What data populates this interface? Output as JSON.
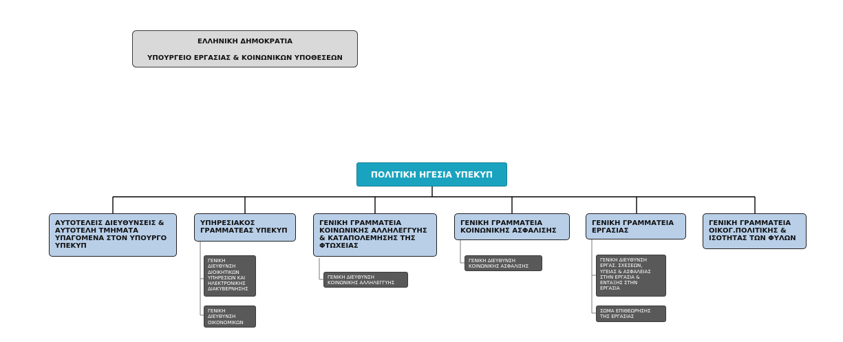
{
  "header": {
    "line1": "ΕΛΛΗΝΙΚΗ ΔΗΜΟΚΡΑΤΙΑ",
    "line2": "ΥΠΟΥΡΓΕΙΟ ΕΡΓΑΣΙΑΣ & ΚΟΙΝΩΝΙΚΩΝ ΥΠΟΘΕΣΕΩΝ"
  },
  "leadership": {
    "label": "ΠΟΛΙΤΙΚΗ ΗΓΕΣΙΑ ΥΠΕΚΥΠ"
  },
  "units": [
    {
      "label": "ΑΥΤΟΤΕΛΕΙΣ ΔΙΕΥΘΥΝΣΕΙΣ & ΑΥΤΟΤΕΛΗ ΤΜΗΜΑΤΑ ΥΠΑΓΟΜΕΝΑ ΣΤΟΝ ΥΠΟΥΡΓΟ ΥΠΕΚΥΠ",
      "children": []
    },
    {
      "label": "ΥΠΗΡΕΣΙΑΚΟΣ ΓΡΑΜΜΑΤΕΑΣ ΥΠΕΚΥΠ",
      "children": [
        {
          "label": "ΓΕΝΙΚΗ\nΔΙΕΥΘΥΝΣΗ\nΔΙΟΙΚΗΤΙΚΩΝ\nΥΠΗΡΕΣΙΩΝ ΚΑΙ\nΗΛΕΚΤΡΟΝΙΚΗΣ\nΔΙΑΚΥΒΕΡΝΗΣΗΣ"
        },
        {
          "label": "ΓΕΝΙΚΗ\nΔΙΕΥΘΥΝΣΗ\nΟΙΚΟΝΟΜΙΚΩΝ"
        }
      ]
    },
    {
      "label": "ΓΕΝΙΚΗ ΓΡΑΜΜΑΤΕΙΑ ΚΟΙΝΩΝΙΚΗΣ ΑΛΛΗΛΕΓΓΥΗΣ & ΚΑΤΑΠΟΛΕΜΗΣΗΣ ΤΗΣ ΦΤΩΧΕΙΑΣ",
      "children": [
        {
          "label": "ΓΕΝΙΚΗ ΔΙΕΥΘΥΝΣΗ\nΚΟΙΝΩΝΙΚΗΣ ΑΛΛΗΛΕΓΓΥΗΣ"
        }
      ]
    },
    {
      "label": "ΓΕΝΙΚΗ ΓΡΑΜΜΑΤΕΙΑ ΚΟΙΝΩΝΙΚΗΣ ΑΣΦΑΛΙΣΗΣ",
      "children": [
        {
          "label": "ΓΕΝΙΚΗ ΔΙΕΥΘΥΝΣΗ\nΚΟΙΝΩΝΙΚΗΣ ΑΣΦΑΛΙΣΗΣ"
        }
      ]
    },
    {
      "label": "ΓΕΝΙΚΗ ΓΡΑΜΜΑΤΕΙΑ ΕΡΓΑΣΙΑΣ",
      "children": [
        {
          "label": "ΓΕΝΙΚΗ ΔΙΕΥΘΥΝΣΗ\nΕΡΓΑΣ. ΣΧΕΣΕΩΝ,\nΥΓΕΙΑΣ & ΑΣΦΑΛΕΙΑΣ\nΣΤΗΝ ΕΡΓΑΣΙΑ &\nΕΝΤΑΞΗΣ ΣΤΗΝ\nΕΡΓΑΣΙΑ"
        },
        {
          "label": "ΣΩΜΑ ΕΠΙΘΕΩΡΗΣΗΣ\nΤΗΣ ΕΡΓΑΣΙΑΣ"
        }
      ]
    },
    {
      "label": "ΓΕΝΙΚΗ ΓΡΑΜΜΑΤΕΙΑ ΟΙΚΟΓ.ΠΟΛΙΤΙΚΗΣ & ΙΣΟΤΗΤΑΣ ΤΩΝ ΦΥΛΩΝ",
      "children": []
    }
  ]
}
